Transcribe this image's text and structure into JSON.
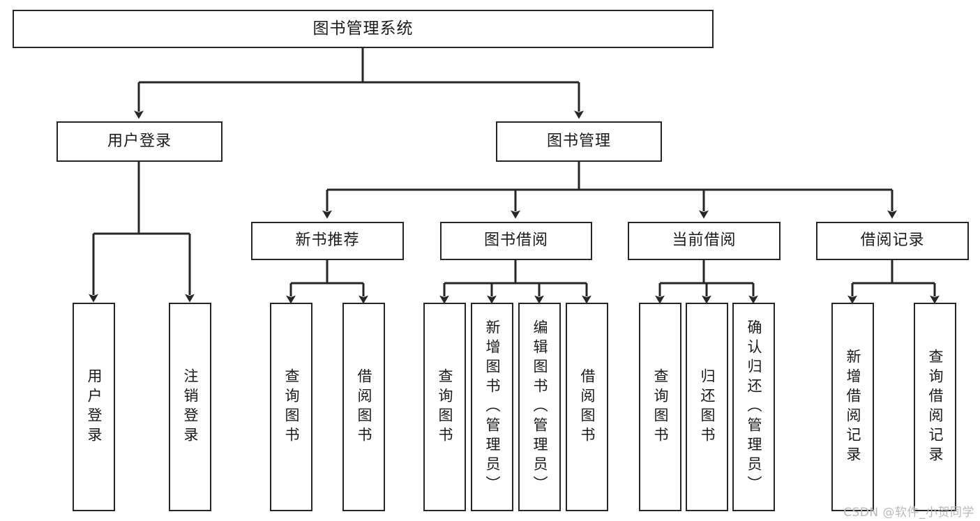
{
  "diagram": {
    "type": "tree",
    "title": "图书管理系统",
    "watermark": "CSDN @软件_小贺同学",
    "colors": {
      "box_border": "#262626",
      "box_fill": "#ffffff",
      "connector": "#262626",
      "text": "#1a1a1a",
      "watermark": "#b9b9b9"
    },
    "levels": {
      "level1": [
        "图书管理系统"
      ],
      "level2": [
        "用户登录",
        "图书管理"
      ],
      "level3": [
        "新书推荐",
        "图书借阅",
        "当前借阅",
        "借阅记录"
      ],
      "leaves": [
        "用户登录",
        "注销登录",
        "查询图书",
        "借阅图书",
        "查询图书",
        "新增图书（管理员）",
        "编辑图书（管理员）",
        "借阅图书",
        "查询图书",
        "归还图书",
        "确认归还（管理员）",
        "新增借阅记录",
        "查询借阅记录"
      ]
    },
    "nodes": {
      "root": {
        "label": "图书管理系统"
      },
      "user_login": {
        "label": "用户登录"
      },
      "book_manage": {
        "label": "图书管理"
      },
      "new_book_rec": {
        "label": "新书推荐"
      },
      "book_borrow": {
        "label": "图书借阅"
      },
      "current_borrow": {
        "label": "当前借阅"
      },
      "borrow_record": {
        "label": "借阅记录"
      },
      "leaf_user_login": {
        "label": "用户登录"
      },
      "leaf_user_logout": {
        "label": "注销登录"
      },
      "leaf_query_book_1": {
        "label": "查询图书"
      },
      "leaf_borrow_book_1": {
        "label": "借阅图书"
      },
      "leaf_query_book_2": {
        "label": "查询图书"
      },
      "leaf_add_book_admin": {
        "label": "新增图书（管理员）"
      },
      "leaf_edit_book_admin": {
        "label": "编辑图书（管理员）"
      },
      "leaf_borrow_book_2": {
        "label": "借阅图书"
      },
      "leaf_query_book_3": {
        "label": "查询图书"
      },
      "leaf_return_book": {
        "label": "归还图书"
      },
      "leaf_confirm_return_admin": {
        "label": "确认归还（管理员）"
      },
      "leaf_add_borrow_record": {
        "label": "新增借阅记录"
      },
      "leaf_query_borrow_record": {
        "label": "查询借阅记录"
      }
    },
    "edges": [
      {
        "from": "root",
        "to": "user_login"
      },
      {
        "from": "root",
        "to": "book_manage"
      },
      {
        "from": "user_login",
        "to": "leaf_user_login"
      },
      {
        "from": "user_login",
        "to": "leaf_user_logout"
      },
      {
        "from": "book_manage",
        "to": "new_book_rec"
      },
      {
        "from": "book_manage",
        "to": "book_borrow"
      },
      {
        "from": "book_manage",
        "to": "current_borrow"
      },
      {
        "from": "book_manage",
        "to": "borrow_record"
      },
      {
        "from": "new_book_rec",
        "to": "leaf_query_book_1"
      },
      {
        "from": "new_book_rec",
        "to": "leaf_borrow_book_1"
      },
      {
        "from": "book_borrow",
        "to": "leaf_query_book_2"
      },
      {
        "from": "book_borrow",
        "to": "leaf_add_book_admin"
      },
      {
        "from": "book_borrow",
        "to": "leaf_edit_book_admin"
      },
      {
        "from": "book_borrow",
        "to": "leaf_borrow_book_2"
      },
      {
        "from": "current_borrow",
        "to": "leaf_query_book_3"
      },
      {
        "from": "current_borrow",
        "to": "leaf_return_book"
      },
      {
        "from": "current_borrow",
        "to": "leaf_confirm_return_admin"
      },
      {
        "from": "borrow_record",
        "to": "leaf_add_borrow_record"
      },
      {
        "from": "borrow_record",
        "to": "leaf_query_borrow_record"
      }
    ]
  }
}
